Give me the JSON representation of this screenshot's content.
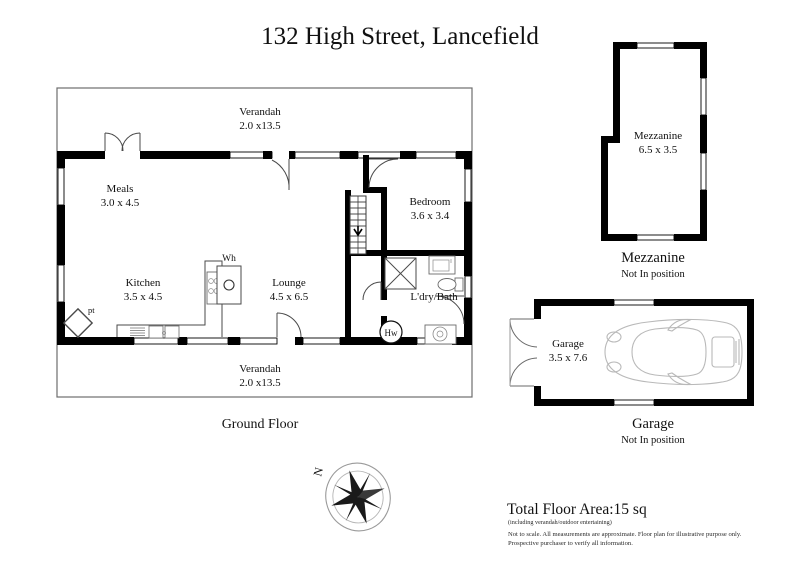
{
  "document": {
    "title": "132 High Street, Lancefield",
    "background_color": "#ffffff",
    "wall_color": "#000000",
    "line_color": "#2b2b2b",
    "text_color": "#111111"
  },
  "ground_floor": {
    "caption": "Ground Floor",
    "rooms": [
      {
        "name": "Verandah",
        "dims": "2.0 x13.5",
        "position": "top"
      },
      {
        "name": "Meals",
        "dims": "3.0 x 4.5",
        "position": "upper-left"
      },
      {
        "name": "Kitchen",
        "dims": "3.5 x 4.5",
        "position": "lower-left"
      },
      {
        "name": "Lounge",
        "dims": "4.5 x 6.5",
        "position": "center"
      },
      {
        "name": "Bedroom",
        "dims": "3.6 x 3.4",
        "position": "upper-right"
      },
      {
        "name": "L'dry/Bath",
        "dims": "",
        "position": "lower-right"
      },
      {
        "name": "Verandah",
        "dims": "2.0 x13.5",
        "position": "bottom"
      }
    ],
    "markers": {
      "water_heater": "Wh",
      "hot_water": "Hw",
      "post": "pt"
    }
  },
  "mezzanine": {
    "room_label": "Mezzanine",
    "room_dims": "6.5 x 3.5",
    "caption_title": "Mezzanine",
    "caption_note": "Not In position"
  },
  "garage": {
    "room_label": "Garage",
    "room_dims": "3.5 x 7.6",
    "caption_title": "Garage",
    "caption_note": "Not In position"
  },
  "compass": {
    "north_label": "N"
  },
  "footer": {
    "total_area": "Total Floor Area:15 sq",
    "inclusion_note": "(including verandah/outdoor entertaining)",
    "disclaimer_line1": "Not to scale. All measurements are approximate. Floor plan for illustrative purpose only.",
    "disclaimer_line2": "Prospective purchaser to verify all information."
  }
}
